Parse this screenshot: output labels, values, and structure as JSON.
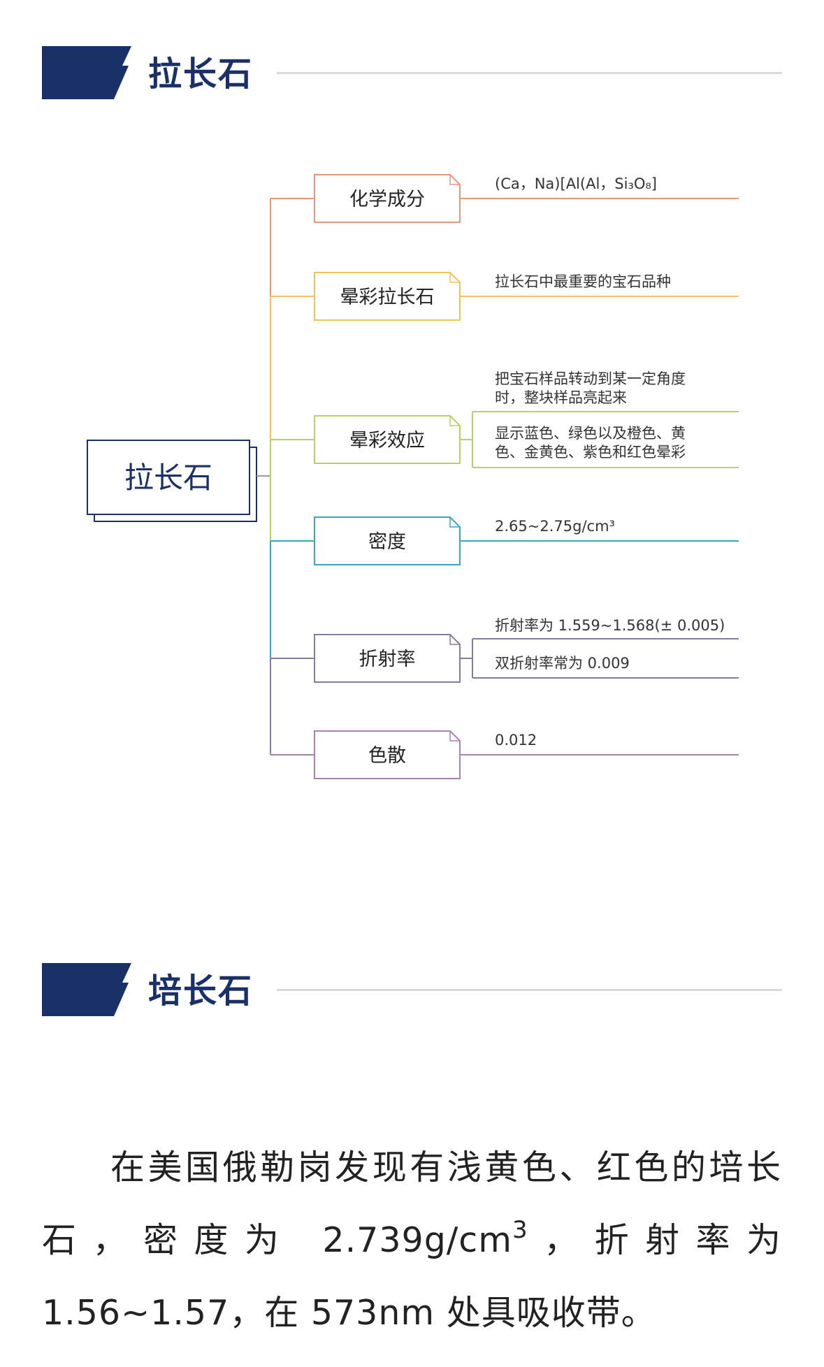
{
  "section1": {
    "title": "拉长石"
  },
  "mindmap": {
    "root": "拉长石",
    "branches": [
      {
        "label": "化学成分",
        "color": "#e39a7a",
        "details": [
          "(Ca，Na)[Al(Al，Si₃O₈]"
        ]
      },
      {
        "label": "晕彩拉长石",
        "color": "#eec35a",
        "details": [
          "拉长石中最重要的宝石品种"
        ]
      },
      {
        "label": "晕彩效应",
        "color": "#b5d35e",
        "details": [
          "把宝石样品转动到某一定角度",
          "时，整块样品亮起来",
          "显示蓝色、绿色以及橙色、黄",
          "色、金黄色、紫色和红色晕彩"
        ]
      },
      {
        "label": "密度",
        "color": "#3aa6bf",
        "details": [
          "2.65~2.75g/cm³"
        ]
      },
      {
        "label": "折射率",
        "color": "#8a7a9e",
        "details": [
          "折射率为 1.559~1.568(± 0.005)",
          "双折射率常为 0.009"
        ]
      },
      {
        "label": "色散",
        "color": "#a982b5",
        "details": [
          "0.012"
        ]
      }
    ],
    "root_color": "#1a3168"
  },
  "section2": {
    "title": "培长石"
  },
  "paragraph": {
    "part1": "在美国俄勒岗发现有浅黄色、红色的培长石，密度为 2.739g/cm",
    "sup": "3",
    "part2": "，折射率为 1.56~1.57，在 573nm 处具吸收带。"
  },
  "colors": {
    "accent": "#1a3168",
    "rule": "#d9d9d9"
  }
}
